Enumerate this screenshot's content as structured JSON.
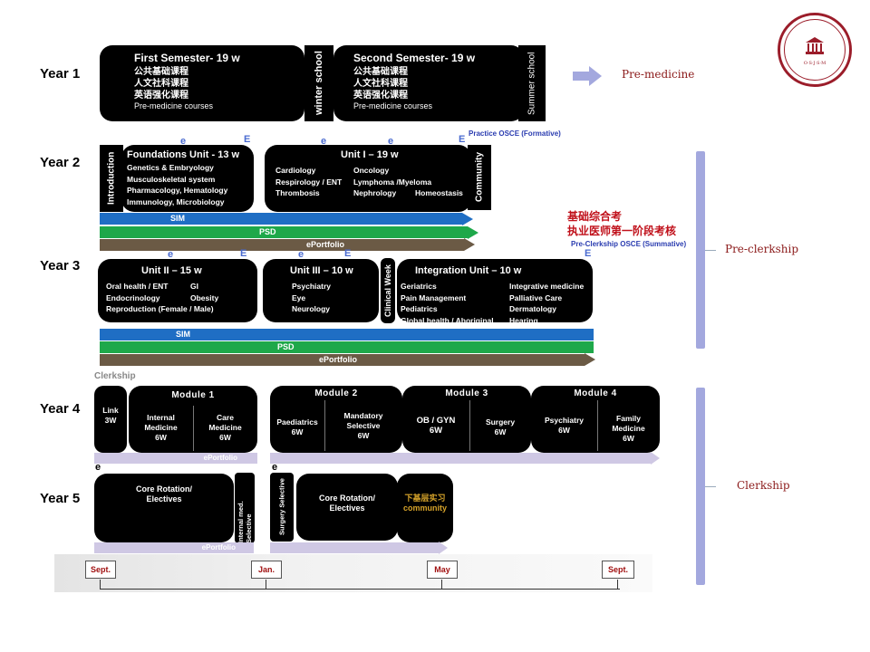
{
  "logo": {
    "name": "Ottawa-Shanghai Joint School of Medicine",
    "abbrev": "O·S·J·S·M"
  },
  "years": [
    "Year 1",
    "Year 2",
    "Year 3",
    "Year 4",
    "Year 5"
  ],
  "year1": {
    "first_semester": {
      "title": "First Semester- 19 w",
      "lines": [
        "公共基础课程",
        "人文社科课程",
        "英语强化课程",
        "Pre-medicine courses"
      ]
    },
    "winter_school": "winter school",
    "second_semester": {
      "title": "Second Semester- 19 w",
      "lines": [
        "公共基础课程",
        "人文社科课程",
        "英语强化课程",
        "Pre-medicine courses"
      ]
    },
    "summer_school": "Summer school",
    "phase_label": "Pre-medicine"
  },
  "year2": {
    "introduction": "Introduction",
    "foundations": {
      "title": "Foundations Unit  - 13 w",
      "lines": [
        "Genetics & Embryology",
        "Musculoskeletal system",
        "Pharmacology, Hematology",
        "Immunology, Microbiology"
      ]
    },
    "unit1": {
      "title": "Unit I – 19 w",
      "col1": [
        "Cardiology",
        "Respirology / ENT",
        "Thrombosis"
      ],
      "col2": [
        "Oncology",
        "Lymphoma /Myeloma",
        "Nephrology"
      ],
      "col3": [
        "",
        "",
        "Homeostasis"
      ]
    },
    "community": "Community",
    "practice_osce": "Practice OSCE (Formative)",
    "markers": [
      "e",
      "E",
      "e",
      "e",
      "E"
    ],
    "bars": {
      "sim": "SIM",
      "psd": "PSD",
      "eportfolio": "ePortfolio"
    }
  },
  "exam": {
    "line1": "基础综合考",
    "line2": "执业医师第一阶段考核",
    "osce": "Pre-Clerkship OSCE (Summative)"
  },
  "year3": {
    "unit2": {
      "title": "Unit II – 15 w",
      "rows": [
        [
          "Oral health / ENT",
          "GI"
        ],
        [
          "Endocrinology",
          "Obesity"
        ],
        [
          "Reproduction (Female / Male)",
          ""
        ]
      ]
    },
    "unit3": {
      "title": "Unit III – 10 w",
      "lines": [
        "Psychiatry",
        "Eye",
        "Neurology"
      ]
    },
    "clinical_week": "Clinical Week",
    "integration": {
      "title": "Integration Unit – 10 w",
      "col1": [
        "Geriatrics",
        "Pain Management",
        "Pediatrics",
        "Global health / Aboriginal"
      ],
      "col2": [
        "Integrative medicine",
        "Palliative Care",
        "Dermatology",
        "Hearing"
      ]
    },
    "markers": [
      "e",
      "E",
      "e",
      "E",
      "E"
    ],
    "bars": {
      "sim": "SIM",
      "psd": "PSD",
      "eportfolio": "ePortfolio"
    }
  },
  "phases": {
    "preclerkship": "Pre-clerkship",
    "clerkship": "Clerkship"
  },
  "year4": {
    "section_label": "Clerkship",
    "link": "Link\n3W",
    "modules": [
      {
        "title": "Module  1",
        "cells": [
          "Internal\nMedicine\n6W",
          "Care\nMedicine\n6W"
        ]
      },
      {
        "title": "Module  2",
        "cells": [
          "Paediatrics\n6W",
          "Mandatory\nSelective\n6W"
        ]
      },
      {
        "title": "Module  3",
        "cells": [
          "OB / GYN\n6W",
          "Surgery\n6W"
        ]
      },
      {
        "title": "Module  4",
        "cells": [
          "Psychiatry\n6W",
          "Family\nMedicine\n6W"
        ]
      }
    ],
    "eportfolio": "ePortfolio",
    "markers": [
      "e",
      "e"
    ]
  },
  "year5": {
    "core1": "Core Rotation/\nElectives",
    "internal_selective": "Internal med. Selective",
    "surgery_selective": "Surgery Selective",
    "core2": "Core Rotation/\nElectives",
    "community_cn": "下基层实习",
    "community_en": "community",
    "eportfolio": "ePortfolio"
  },
  "timeline": [
    "Sept.",
    "Jan.",
    "May",
    "Sept."
  ]
}
